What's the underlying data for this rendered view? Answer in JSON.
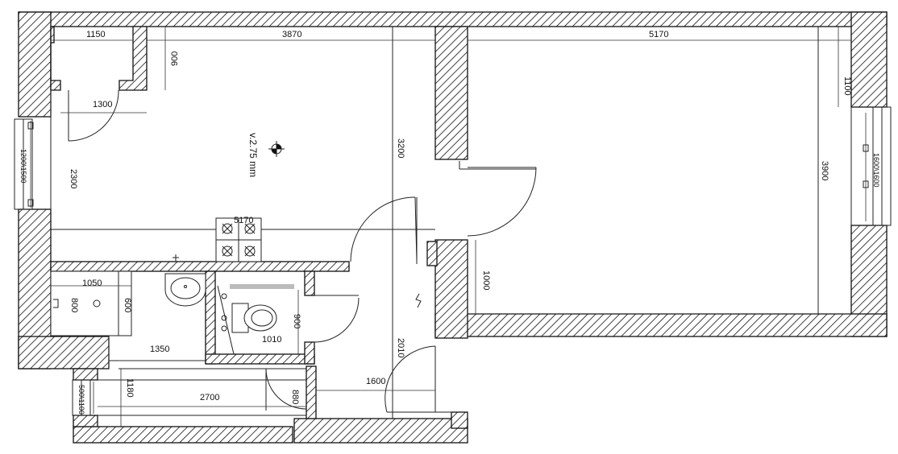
{
  "dimensions": {
    "d1150": "1150",
    "d3870": "3870",
    "d5170_top": "5170",
    "d900_top": "900",
    "d1100": "1100",
    "d1300": "1300",
    "d1200x1500": "1200\\1500",
    "d2300": "2300",
    "d3200": "3200",
    "d3900": "3900",
    "d1600x1600": "1600\\1600",
    "d5170_mid": "5170",
    "d1000": "1000",
    "d1050": "1050",
    "d800": "800",
    "d600": "600",
    "d1350": "1350",
    "d900_wc": "900",
    "d1010": "1010",
    "d2010": "2010",
    "d1180": "1180",
    "d2700": "2700",
    "d880": "880",
    "d1600": "1600",
    "d500x1100": "500\\1100"
  },
  "annotations": {
    "ceiling_height": "v.2.75 mm"
  }
}
